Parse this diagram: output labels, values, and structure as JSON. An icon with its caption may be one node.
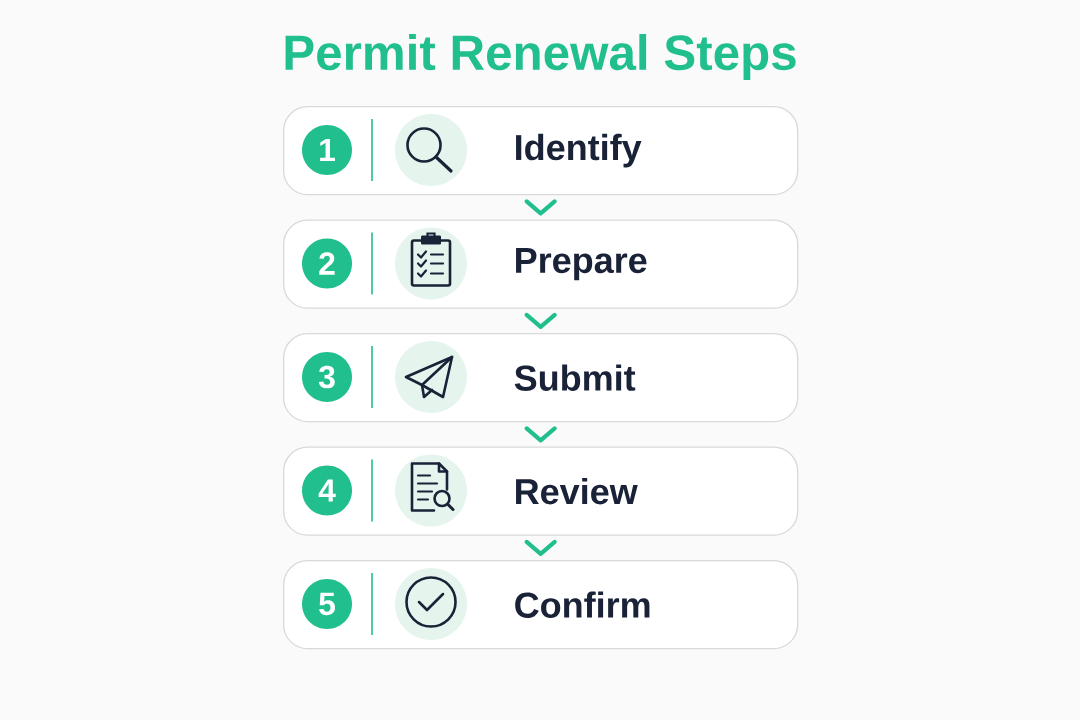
{
  "diagram": {
    "title": "Permit Renewal Steps",
    "nodes": [
      {
        "text": [
          "Identify"
        ]
      },
      {
        "text": [
          "1"
        ],
        "in": 0
      },
      {
        "text": [
          "Prepare"
        ]
      },
      {
        "text": [
          "2"
        ],
        "in": 2
      },
      {
        "text": [
          "Submit"
        ]
      },
      {
        "text": [
          "3"
        ],
        "in": 4
      },
      {
        "text": [
          "Review"
        ]
      },
      {
        "text": [
          "4"
        ],
        "in": 6
      },
      {
        "text": [
          "Confirm"
        ]
      },
      {
        "text": [
          "5"
        ],
        "in": 8
      }
    ],
    "edges": [
      {
        "from": 0,
        "to": 2,
        "arrow": "to"
      },
      {
        "from": 2,
        "to": 4,
        "arrow": "to"
      },
      {
        "from": 4,
        "to": 6,
        "arrow": "to"
      },
      {
        "from": 6,
        "to": 8,
        "arrow": "to"
      }
    ]
  }
}
